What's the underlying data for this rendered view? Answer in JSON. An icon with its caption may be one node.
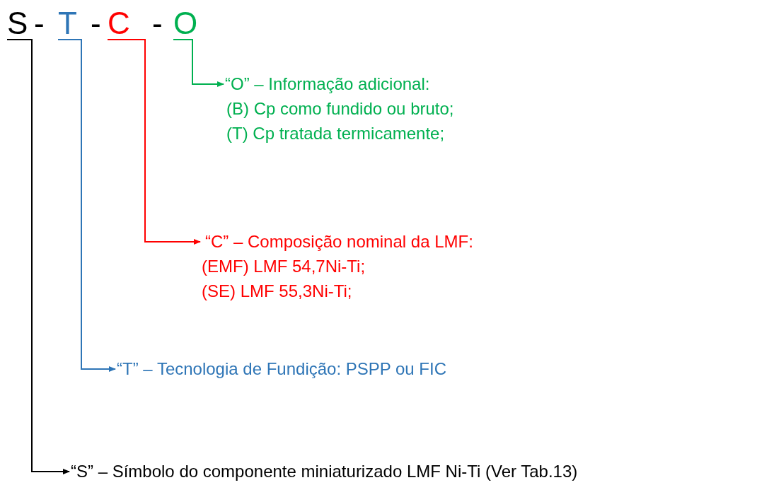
{
  "diagram": {
    "nodes": [
      {
        "text": [
          "S"
        ]
      },
      {
        "text": [
          "T"
        ]
      },
      {
        "text": [
          "C"
        ]
      },
      {
        "text": [
          "O"
        ]
      },
      {
        "text": [
          "“O” – Informação adicional:",
          "(B) Cp como fundido ou bruto;",
          "(T) Cp tratada termicamente;"
        ]
      },
      {
        "text": [
          "“C” – Composição nominal da LMF:",
          "(EMF) LMF 54,7Ni-Ti;",
          "(SE) LMF 55,3Ni-Ti;"
        ]
      },
      {
        "text": [
          "“T” – Tecnologia de Fundição: PSPP ou FIC"
        ]
      },
      {
        "text": [
          "“S” – Símbolo do componente miniaturizado LMF Ni-Ti (Ver Tab.13)"
        ]
      }
    ],
    "edges": [
      {
        "from": 3,
        "to": 4,
        "arrow": "to",
        "color": "#00b050"
      },
      {
        "from": 2,
        "to": 5,
        "arrow": "to",
        "color": "#ff0000"
      },
      {
        "from": 1,
        "to": 6,
        "arrow": "to",
        "color": "#2e75b6"
      },
      {
        "from": 0,
        "to": 7,
        "arrow": "to",
        "color": "#000000"
      }
    ],
    "labels": [
      "-",
      "-",
      "-"
    ]
  }
}
